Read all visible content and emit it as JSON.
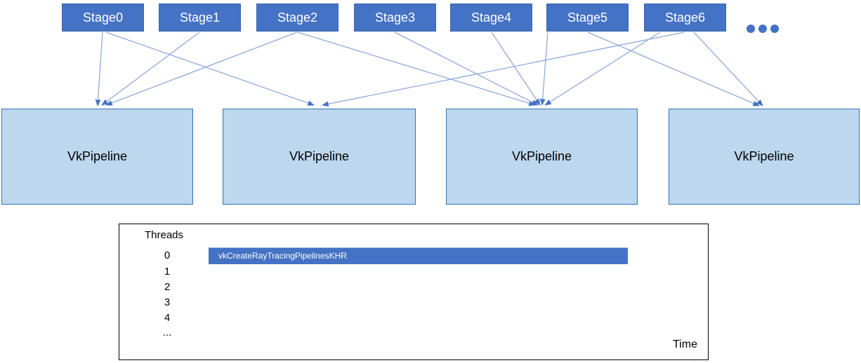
{
  "diagram": {
    "stages": [
      {
        "label": "Stage0"
      },
      {
        "label": "Stage1"
      },
      {
        "label": "Stage2"
      },
      {
        "label": "Stage3"
      },
      {
        "label": "Stage4"
      },
      {
        "label": "Stage5"
      },
      {
        "label": "Stage6"
      }
    ],
    "more_stages_icon": "ellipsis-icon",
    "pipelines": [
      {
        "label": "VkPipeline"
      },
      {
        "label": "VkPipeline"
      },
      {
        "label": "VkPipeline"
      },
      {
        "label": "VkPipeline"
      }
    ],
    "arrows": [
      {
        "from": "stage0",
        "to": "pipeline0"
      },
      {
        "from": "stage0",
        "to": "pipeline1"
      },
      {
        "from": "stage1",
        "to": "pipeline0"
      },
      {
        "from": "stage2",
        "to": "pipeline0"
      },
      {
        "from": "stage2",
        "to": "pipeline2"
      },
      {
        "from": "stage3",
        "to": "pipeline2"
      },
      {
        "from": "stage4",
        "to": "pipeline2"
      },
      {
        "from": "stage5",
        "to": "pipeline2"
      },
      {
        "from": "stage5",
        "to": "pipeline3"
      },
      {
        "from": "stage6",
        "to": "pipeline2"
      },
      {
        "from": "stage6",
        "to": "pipeline1"
      },
      {
        "from": "stage6",
        "to": "pipeline3"
      }
    ]
  },
  "timeline": {
    "y_axis_label": "Threads",
    "rows": [
      "0",
      "1",
      "2",
      "3",
      "4",
      "..."
    ],
    "bar": {
      "row": "0",
      "label": "vkCreateRayTracingPipelinesKHR"
    },
    "x_axis_label": "Time"
  },
  "colors": {
    "stage_fill": "#4472C4",
    "stage_text": "#FFFFFF",
    "pipeline_fill": "#BDD7EE",
    "pipeline_border": "#2E75B6",
    "arrow_line": "#8FAADC",
    "arrow_head": "#4472C4",
    "bar_fill": "#4472C4",
    "bar_text": "#FFFFFF",
    "grid_line": "#8FAADC",
    "time_axis": "#4472C4",
    "chart_border": "#000000"
  }
}
